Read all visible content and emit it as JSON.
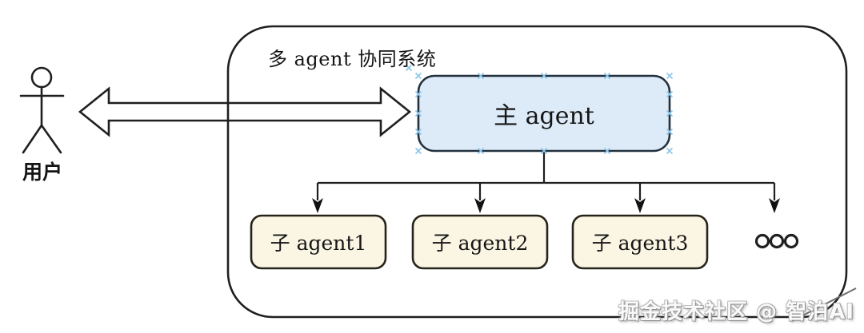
{
  "diagram": {
    "title": "多 agent 协同系统",
    "actor": {
      "label": "用户"
    },
    "main_agent": {
      "label": "主 agent",
      "state": "selected"
    },
    "sub_agents": [
      {
        "label": "子 agent1"
      },
      {
        "label": "子 agent2"
      },
      {
        "label": "子 agent3"
      }
    ],
    "more_indicator": "○○○",
    "connections": [
      {
        "from": "用户",
        "to": "主 agent",
        "type": "bidirectional"
      },
      {
        "from": "主 agent",
        "to": "子 agent1",
        "type": "arrow"
      },
      {
        "from": "主 agent",
        "to": "子 agent2",
        "type": "arrow"
      },
      {
        "from": "主 agent",
        "to": "子 agent3",
        "type": "arrow"
      },
      {
        "from": "主 agent",
        "to": "○○○",
        "type": "arrow"
      }
    ]
  },
  "watermark": {
    "text": "掘金技术社区 @ 智泊AI"
  },
  "icons": {
    "actor": "stick-figure",
    "user_link": "double-headed-arrow",
    "more_agents": "three-circles",
    "selection_handles": "x-marks"
  },
  "colors": {
    "stroke": "#1f1f1f",
    "main_agent_fill": "#ddebf8",
    "main_agent_border": "#22313d",
    "sub_agent_fill": "#faf6e3",
    "sub_agent_border": "#27231a",
    "selection_handle": "#8ec6ea",
    "background": "#ffffff",
    "watermark_text": "#ffffff"
  }
}
